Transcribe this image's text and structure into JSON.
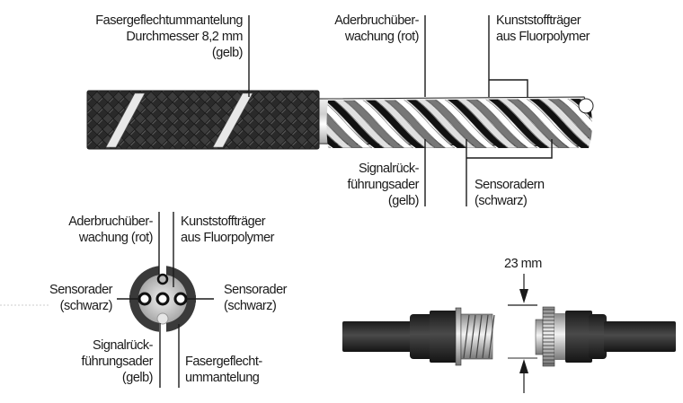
{
  "top_diagram": {
    "labels": {
      "braid_sheath": [
        "Fasergeflechtummantelung",
        "Durchmesser 8,2 mm",
        "(gelb)"
      ],
      "break_monitor": [
        "Aderbruchüber-",
        "wachung (rot)"
      ],
      "plastic_carrier": [
        "Kunststoffträger",
        "aus Fluorpolymer"
      ],
      "signal_return": [
        "Signalrück-",
        "führungsader",
        "(gelb)"
      ],
      "sensor_cores": [
        "Sensoradern",
        "(schwarz)"
      ]
    }
  },
  "cross_section": {
    "labels": {
      "break_monitor": [
        "Aderbruchüber-",
        "wachung (rot)"
      ],
      "plastic_carrier": [
        "Kunststoffträger",
        "aus Fluorpolymer"
      ],
      "sensor_left": [
        "Sensorader",
        "(schwarz)"
      ],
      "sensor_right": [
        "Sensorader",
        "(schwarz)"
      ],
      "signal_return": [
        "Signalrück-",
        "führungsader",
        "(gelb)"
      ],
      "braid_sheath": [
        "Fasergeflecht-",
        "ummantelung"
      ]
    }
  },
  "connector": {
    "dimension_label": "23 mm"
  },
  "colors": {
    "braid": "#3a3a3a",
    "core_black": "#111111",
    "connector_body": "#2b2b2b",
    "line": "#1a1a1a"
  }
}
